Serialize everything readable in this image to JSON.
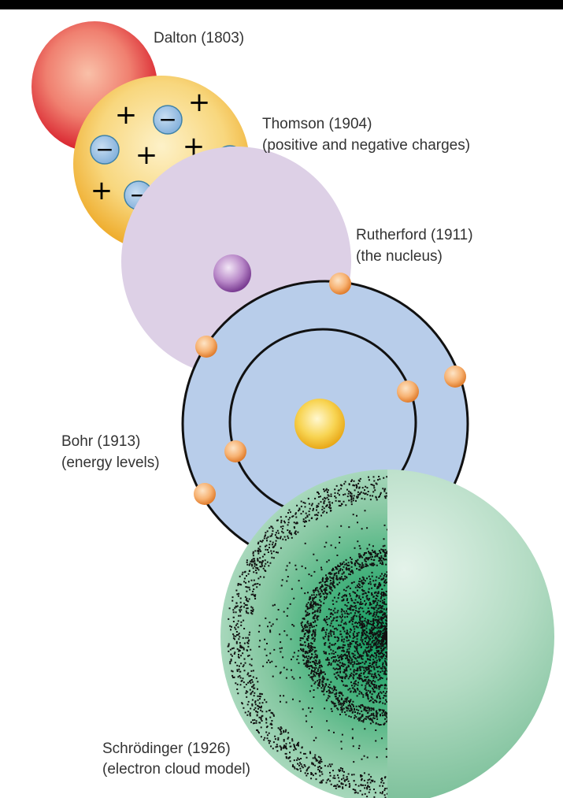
{
  "models": [
    {
      "name": "Dalton (1803)",
      "caption": ""
    },
    {
      "name": "Thomson (1904)",
      "caption": "(positive and negative charges)"
    },
    {
      "name": "Rutherford (1911)",
      "caption": "(the nucleus)"
    },
    {
      "name": "Bohr (1913)",
      "caption": "(energy levels)"
    },
    {
      "name": "Schrödinger (1926)",
      "caption": "(electron cloud model)"
    }
  ],
  "symbols": {
    "plus": "+",
    "minus": "−"
  },
  "colors": {
    "dalton": "#e23a3a",
    "thomson": "#f2c04a",
    "charge": "#9cc3e6",
    "rutherford": "#ddd0e6",
    "nucleus_purple": "#9b62b0",
    "bohr": "#b8cdea",
    "nucleus_yellow": "#f5c230",
    "electron": "#f4a55a",
    "schrodinger": "#8fcaa8"
  }
}
